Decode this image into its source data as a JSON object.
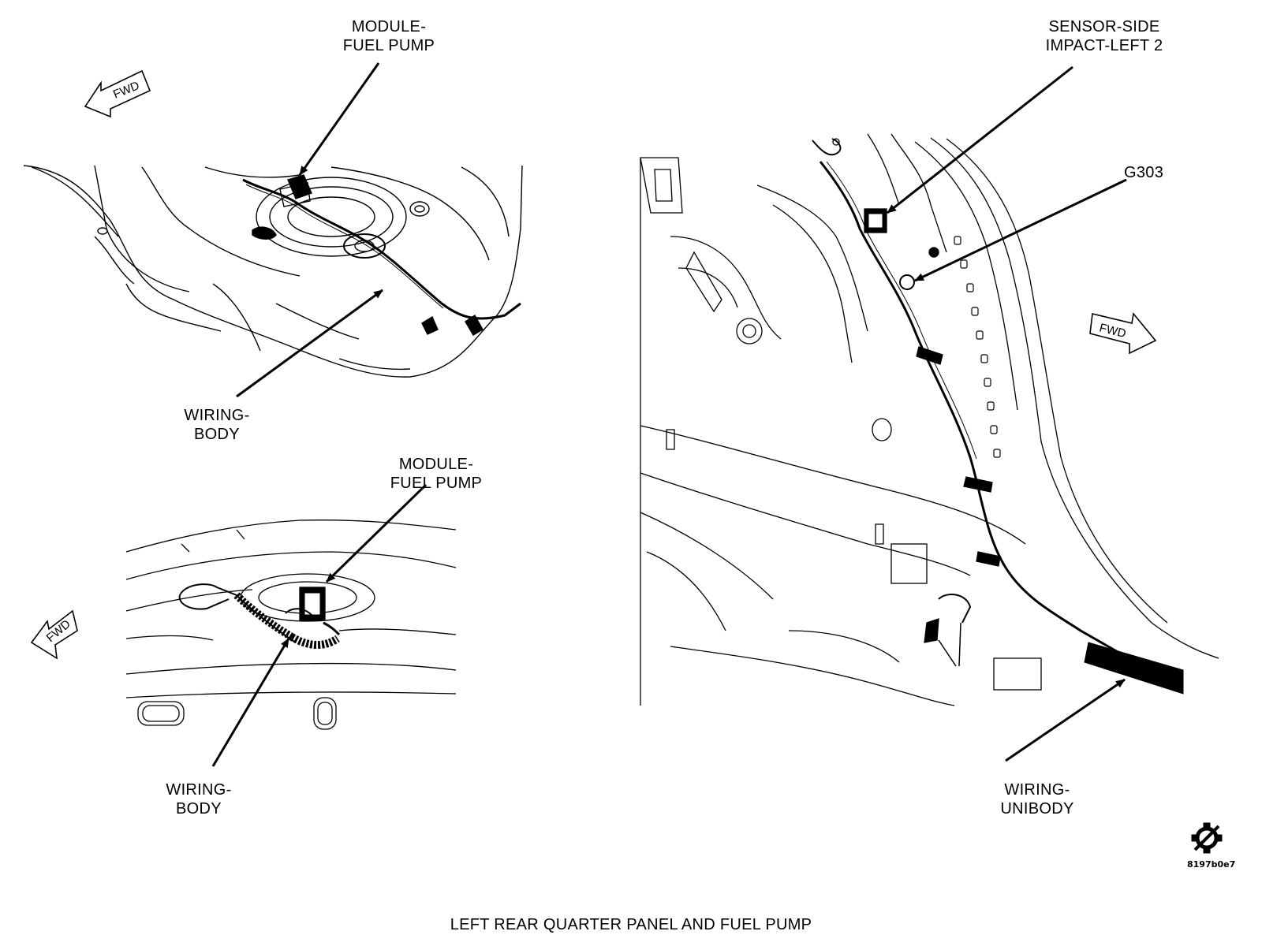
{
  "figure": {
    "caption": "LEFT REAR QUARTER PANEL AND FUEL PUMP",
    "code": "8197b0e7",
    "colors": {
      "ink": "#000000",
      "paper": "#ffffff"
    },
    "icon": "service-wrench-gear-icon"
  },
  "views": {
    "top_left": {
      "label_module": [
        "MODULE-",
        "FUEL PUMP"
      ],
      "label_wiring": [
        "WIRING-",
        "BODY"
      ],
      "fwd": "FWD"
    },
    "bottom_left": {
      "label_module": [
        "MODULE-",
        "FUEL PUMP"
      ],
      "label_wiring": [
        "WIRING-",
        "BODY"
      ],
      "fwd": "FWD"
    },
    "right": {
      "label_sensor": [
        "SENSOR-SIDE",
        "IMPACT-LEFT 2"
      ],
      "label_ground": "G303",
      "label_wiring": [
        "WIRING-",
        "UNIBODY"
      ],
      "fwd": "FWD"
    }
  }
}
